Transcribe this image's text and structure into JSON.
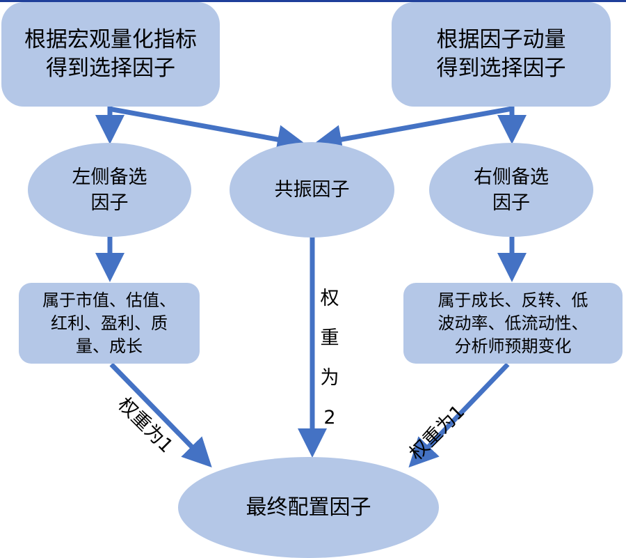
{
  "colors": {
    "node_fill": "#b4c7e7",
    "arrow": "#4472c4",
    "top_border": "#1f3f9a"
  },
  "nodes": {
    "macro_source": {
      "line1": "根据宏观量化指标",
      "line2": "得到选择因子"
    },
    "momentum_source": {
      "line1": "根据因子动量",
      "line2": "得到选择因子"
    },
    "left_candidates": {
      "line1": "左侧备选",
      "line2": "因子"
    },
    "resonance": {
      "label": "共振因子"
    },
    "right_candidates": {
      "line1": "右侧备选",
      "line2": "因子"
    },
    "left_categories": {
      "line1": "属于市值、估值、",
      "line2": "红利、盈利、质",
      "line3": "量、成长"
    },
    "right_categories": {
      "line1": "属于成长、反转、低",
      "line2": "波动率、低流动性、",
      "line3": "分析师预期变化"
    },
    "final": {
      "label": "最终配置因子"
    }
  },
  "edge_labels": {
    "left_weight": "权重为1",
    "center_weight": [
      "权",
      "重",
      "为",
      "2"
    ],
    "right_weight": "权重为1"
  }
}
